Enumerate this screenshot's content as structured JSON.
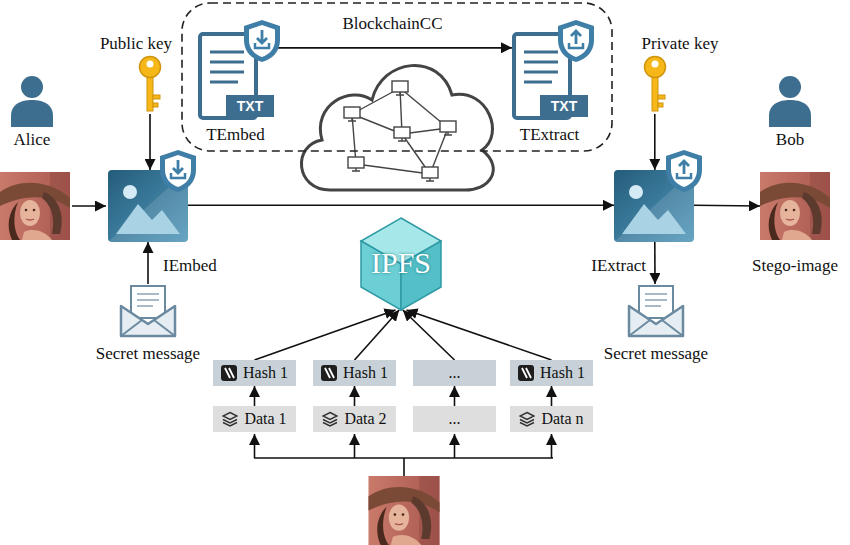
{
  "diagram": {
    "nodes": [
      {
        "text": [
          "Public key"
        ]
      },
      {
        "text": [
          "TXT",
          "TEmbed"
        ]
      },
      {
        "text": [
          "TXT",
          "TExtract"
        ]
      },
      {
        "text": [
          "Private key"
        ]
      },
      {
        "text": [
          "Alice"
        ]
      },
      {
        "text": [
          "Bob"
        ]
      },
      {
        "text": [
          "IEmbed"
        ]
      },
      {
        "text": [
          "IExtract"
        ]
      },
      {
        "text": [
          "Stego-image"
        ]
      },
      {
        "text": [
          "IPFS"
        ]
      },
      {
        "text": [
          "Secret message"
        ]
      },
      {
        "text": [
          "Secret message"
        ]
      },
      {
        "text": [
          "Hash 1"
        ]
      },
      {
        "text": [
          "Hash 1"
        ]
      },
      {
        "text": [
          "..."
        ]
      },
      {
        "text": [
          "Hash 1"
        ]
      },
      {
        "text": [
          "Data 1"
        ]
      },
      {
        "text": [
          "Data 2"
        ]
      },
      {
        "text": [
          "..."
        ]
      },
      {
        "text": [
          "Data n"
        ]
      }
    ],
    "edges": [
      {
        "from": 0,
        "to": 6,
        "arrow": "to"
      },
      {
        "from": 1,
        "to": 2,
        "label": "BlockchainCC",
        "arrow": "to"
      },
      {
        "from": 3,
        "to": 7,
        "arrow": "to"
      },
      {
        "from": 6,
        "to": 7,
        "arrow": "to"
      },
      {
        "from": 7,
        "to": 8,
        "arrow": "to"
      },
      {
        "from": 10,
        "to": 6,
        "arrow": "to"
      },
      {
        "from": 7,
        "to": 11,
        "arrow": "to"
      },
      {
        "from": 16,
        "to": 12,
        "arrow": "to"
      },
      {
        "from": 17,
        "to": 13,
        "arrow": "to"
      },
      {
        "from": 18,
        "to": 14,
        "arrow": "to"
      },
      {
        "from": 19,
        "to": 15,
        "arrow": "to"
      },
      {
        "from": 12,
        "to": 9,
        "arrow": "to"
      },
      {
        "from": 13,
        "to": 9,
        "arrow": "to"
      },
      {
        "from": 14,
        "to": 9,
        "arrow": "to"
      },
      {
        "from": 15,
        "to": 9,
        "arrow": "to"
      }
    ]
  }
}
